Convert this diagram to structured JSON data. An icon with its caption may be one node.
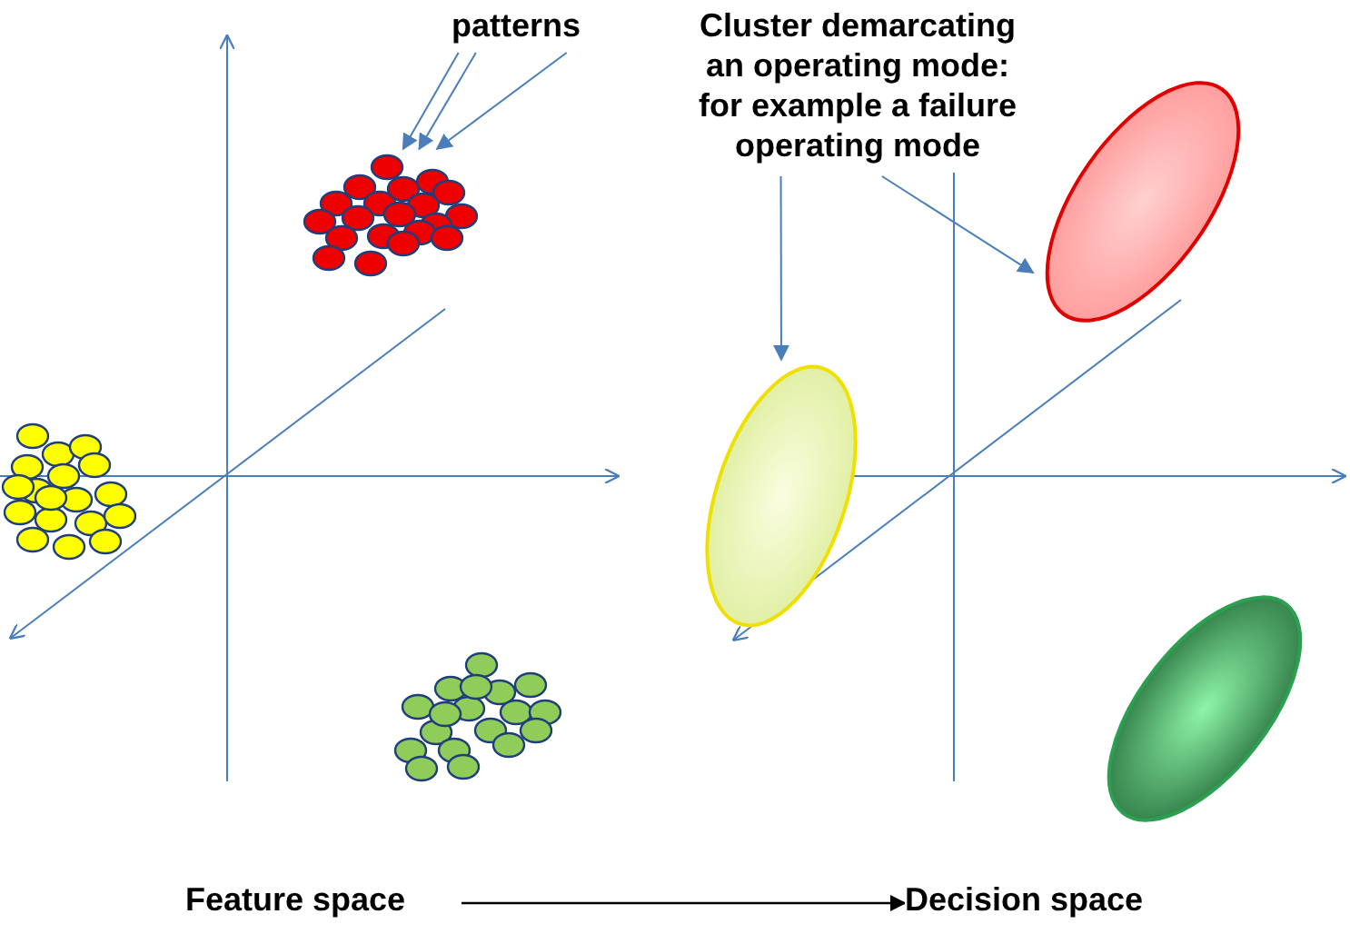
{
  "diagram": {
    "nodes": [
      {
        "text": [
          "patterns"
        ]
      },
      {
        "text": [],
        "shape": "cluster"
      },
      {
        "text": [],
        "shape": "cluster"
      },
      {
        "text": [],
        "shape": "cluster"
      },
      {
        "text": [
          "Cluster demarcating an operating mode: for example a failure operating mode"
        ]
      },
      {
        "text": [],
        "shape": "ellipse"
      },
      {
        "text": [],
        "shape": "ellipse"
      },
      {
        "text": [],
        "shape": "ellipse"
      },
      {
        "text": [
          "Feature space"
        ]
      },
      {
        "text": [
          "Decision space"
        ]
      }
    ],
    "edges": [
      {
        "from": 0,
        "to": 1,
        "arrow": "to"
      },
      {
        "from": 0,
        "to": 1,
        "arrow": "to"
      },
      {
        "from": 0,
        "to": 1,
        "arrow": "to"
      },
      {
        "from": 4,
        "to": 6,
        "arrow": "to"
      },
      {
        "from": 4,
        "to": 5,
        "arrow": "to"
      },
      {
        "from": 8,
        "to": 9,
        "arrow": "to",
        "color": "#000000"
      }
    ]
  }
}
